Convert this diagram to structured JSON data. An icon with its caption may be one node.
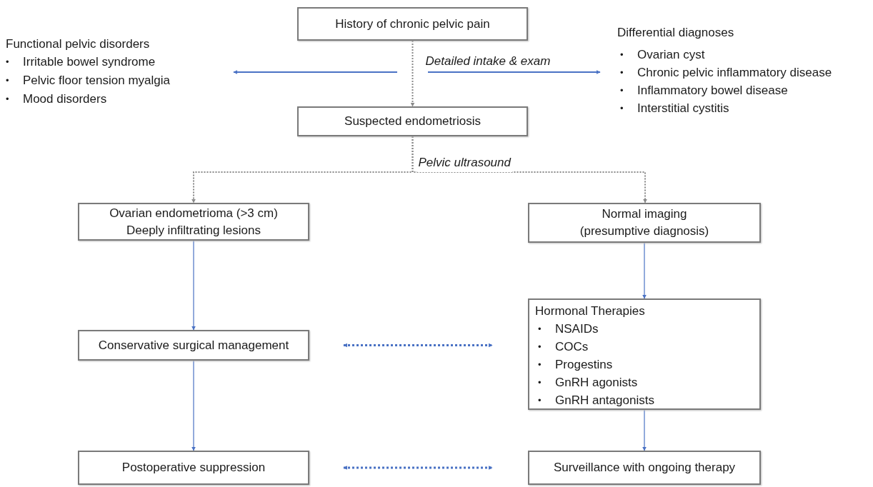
{
  "diagram": {
    "nodes": [
      {
        "text": [
          "History of chronic pelvic pain"
        ]
      },
      {
        "text": [
          "Functional pelvic disorders",
          "Irritable bowel syndrome",
          "Pelvic floor tension myalgia",
          "Mood disorders"
        ]
      },
      {
        "text": [
          "Differential diagnoses",
          "Ovarian cyst",
          "Chronic pelvic inflammatory disease",
          "Inflammatory bowel disease",
          "Interstitial cystitis"
        ]
      },
      {
        "text": [
          "Suspected endometriosis"
        ]
      },
      {
        "text": [
          "Ovarian endometrioma (>3 cm)",
          "Deeply infiltrating lesions"
        ]
      },
      {
        "text": [
          "Normal imaging",
          "(presumptive diagnosis)"
        ]
      },
      {
        "text": [
          "Conservative surgical management"
        ]
      },
      {
        "text": [
          "Hormonal Therapies",
          "NSAIDs",
          "COCs",
          "Progestins",
          "GnRH agonists",
          "GnRH antagonists"
        ]
      },
      {
        "text": [
          "Postoperative suppression"
        ]
      },
      {
        "text": [
          "Surveillance with ongoing therapy"
        ]
      }
    ],
    "edges": [
      {
        "from": 0,
        "to": 3,
        "arrow": "to",
        "style": "dashed",
        "color": "#8a8a8a",
        "label": "Detailed intake & exam"
      },
      {
        "from": null,
        "to": 1,
        "arrow": "to"
      },
      {
        "from": null,
        "to": 2,
        "arrow": "to"
      },
      {
        "from": 3,
        "to": 4,
        "arrow": "to",
        "style": "dashed",
        "color": "#8a8a8a",
        "label": "Pelvic ultrasound"
      },
      {
        "from": 3,
        "to": 5,
        "arrow": "to",
        "style": "dashed",
        "color": "#8a8a8a"
      },
      {
        "from": 4,
        "to": 6,
        "arrow": "to"
      },
      {
        "from": 6,
        "to": 8,
        "arrow": "to"
      },
      {
        "from": 5,
        "to": 7,
        "arrow": "to"
      },
      {
        "from": 7,
        "to": 9,
        "arrow": "to"
      },
      {
        "from": 6,
        "to": 7,
        "arrow": "both",
        "style": "dashed"
      },
      {
        "from": 8,
        "to": 9,
        "arrow": "both",
        "style": "dashed"
      }
    ],
    "labels": [
      "•",
      "•",
      "•",
      "•",
      "•",
      "•",
      "•",
      "•",
      "•",
      "•",
      "•",
      "•"
    ]
  }
}
